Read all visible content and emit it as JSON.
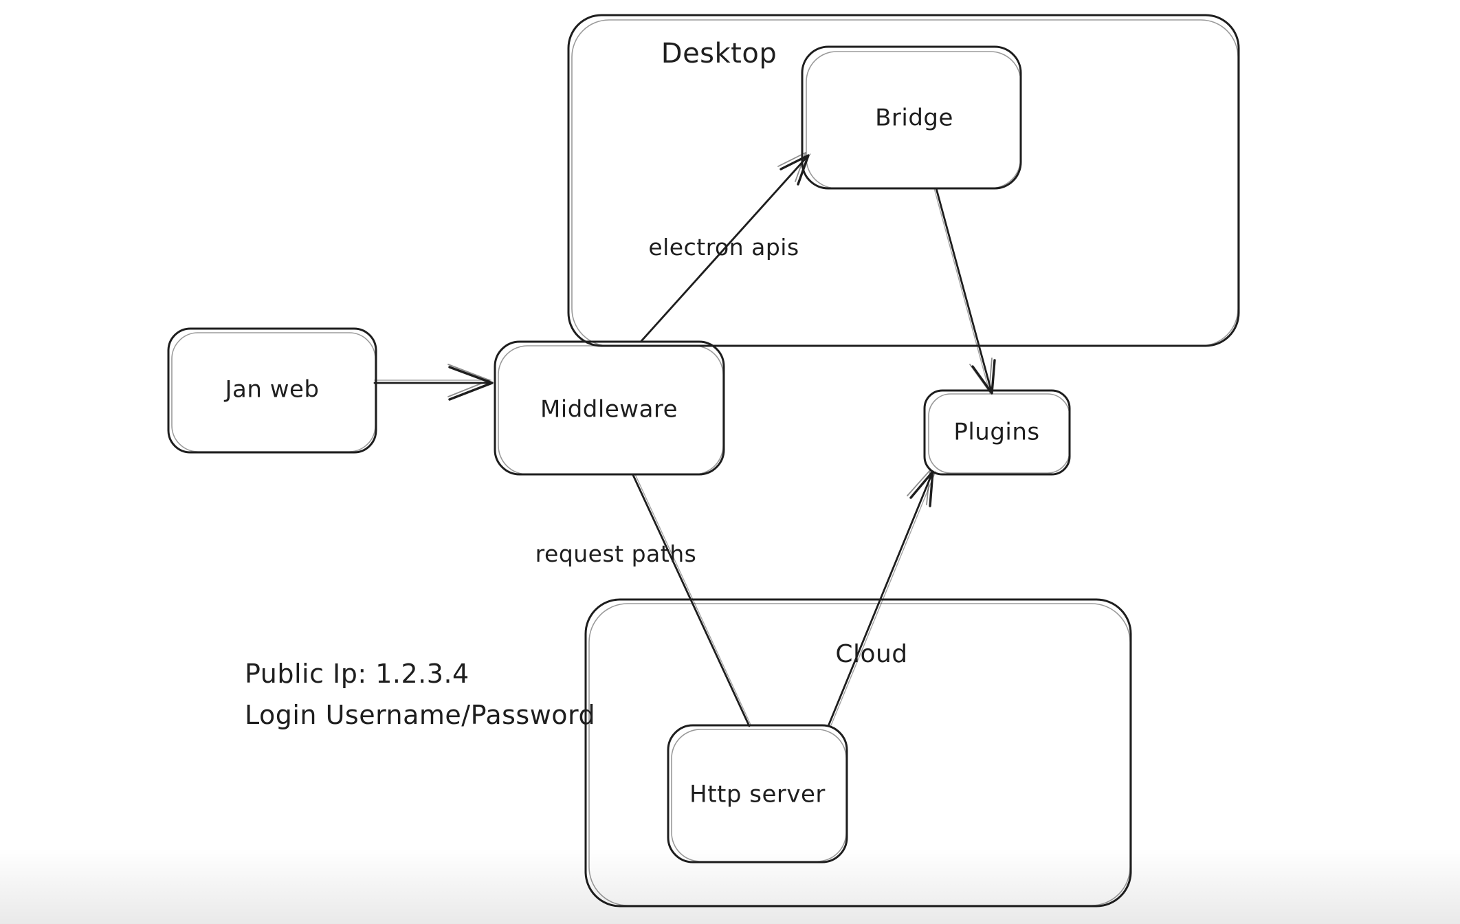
{
  "diagram": {
    "stroke_color": "#1e1e1e",
    "background_color": "#ffffff",
    "containers": [
      {
        "id": "desktop",
        "label": "Desktop"
      },
      {
        "id": "cloud",
        "label": "Cloud"
      }
    ],
    "nodes": [
      {
        "id": "jan-web",
        "label": "Jan web"
      },
      {
        "id": "middleware",
        "label": "Middleware"
      },
      {
        "id": "bridge",
        "label": "Bridge"
      },
      {
        "id": "plugins",
        "label": "Plugins"
      },
      {
        "id": "http-server",
        "label": "Http server"
      }
    ],
    "edges": [
      {
        "from": "Jan web",
        "to": "Middleware",
        "label": "",
        "arrowhead": true
      },
      {
        "from": "Middleware",
        "to": "Bridge",
        "label": "electron apis",
        "arrowhead": true
      },
      {
        "from": "Bridge",
        "to": "Plugins",
        "label": "",
        "arrowhead": true
      },
      {
        "from": "Middleware",
        "to": "Http server",
        "label": "request paths",
        "arrowhead": false
      },
      {
        "from": "Http server",
        "to": "Plugins",
        "label": "",
        "arrowhead": true
      }
    ],
    "annotations": [
      "Public Ip: 1.2.3.4",
      "Login Username/Password"
    ]
  }
}
